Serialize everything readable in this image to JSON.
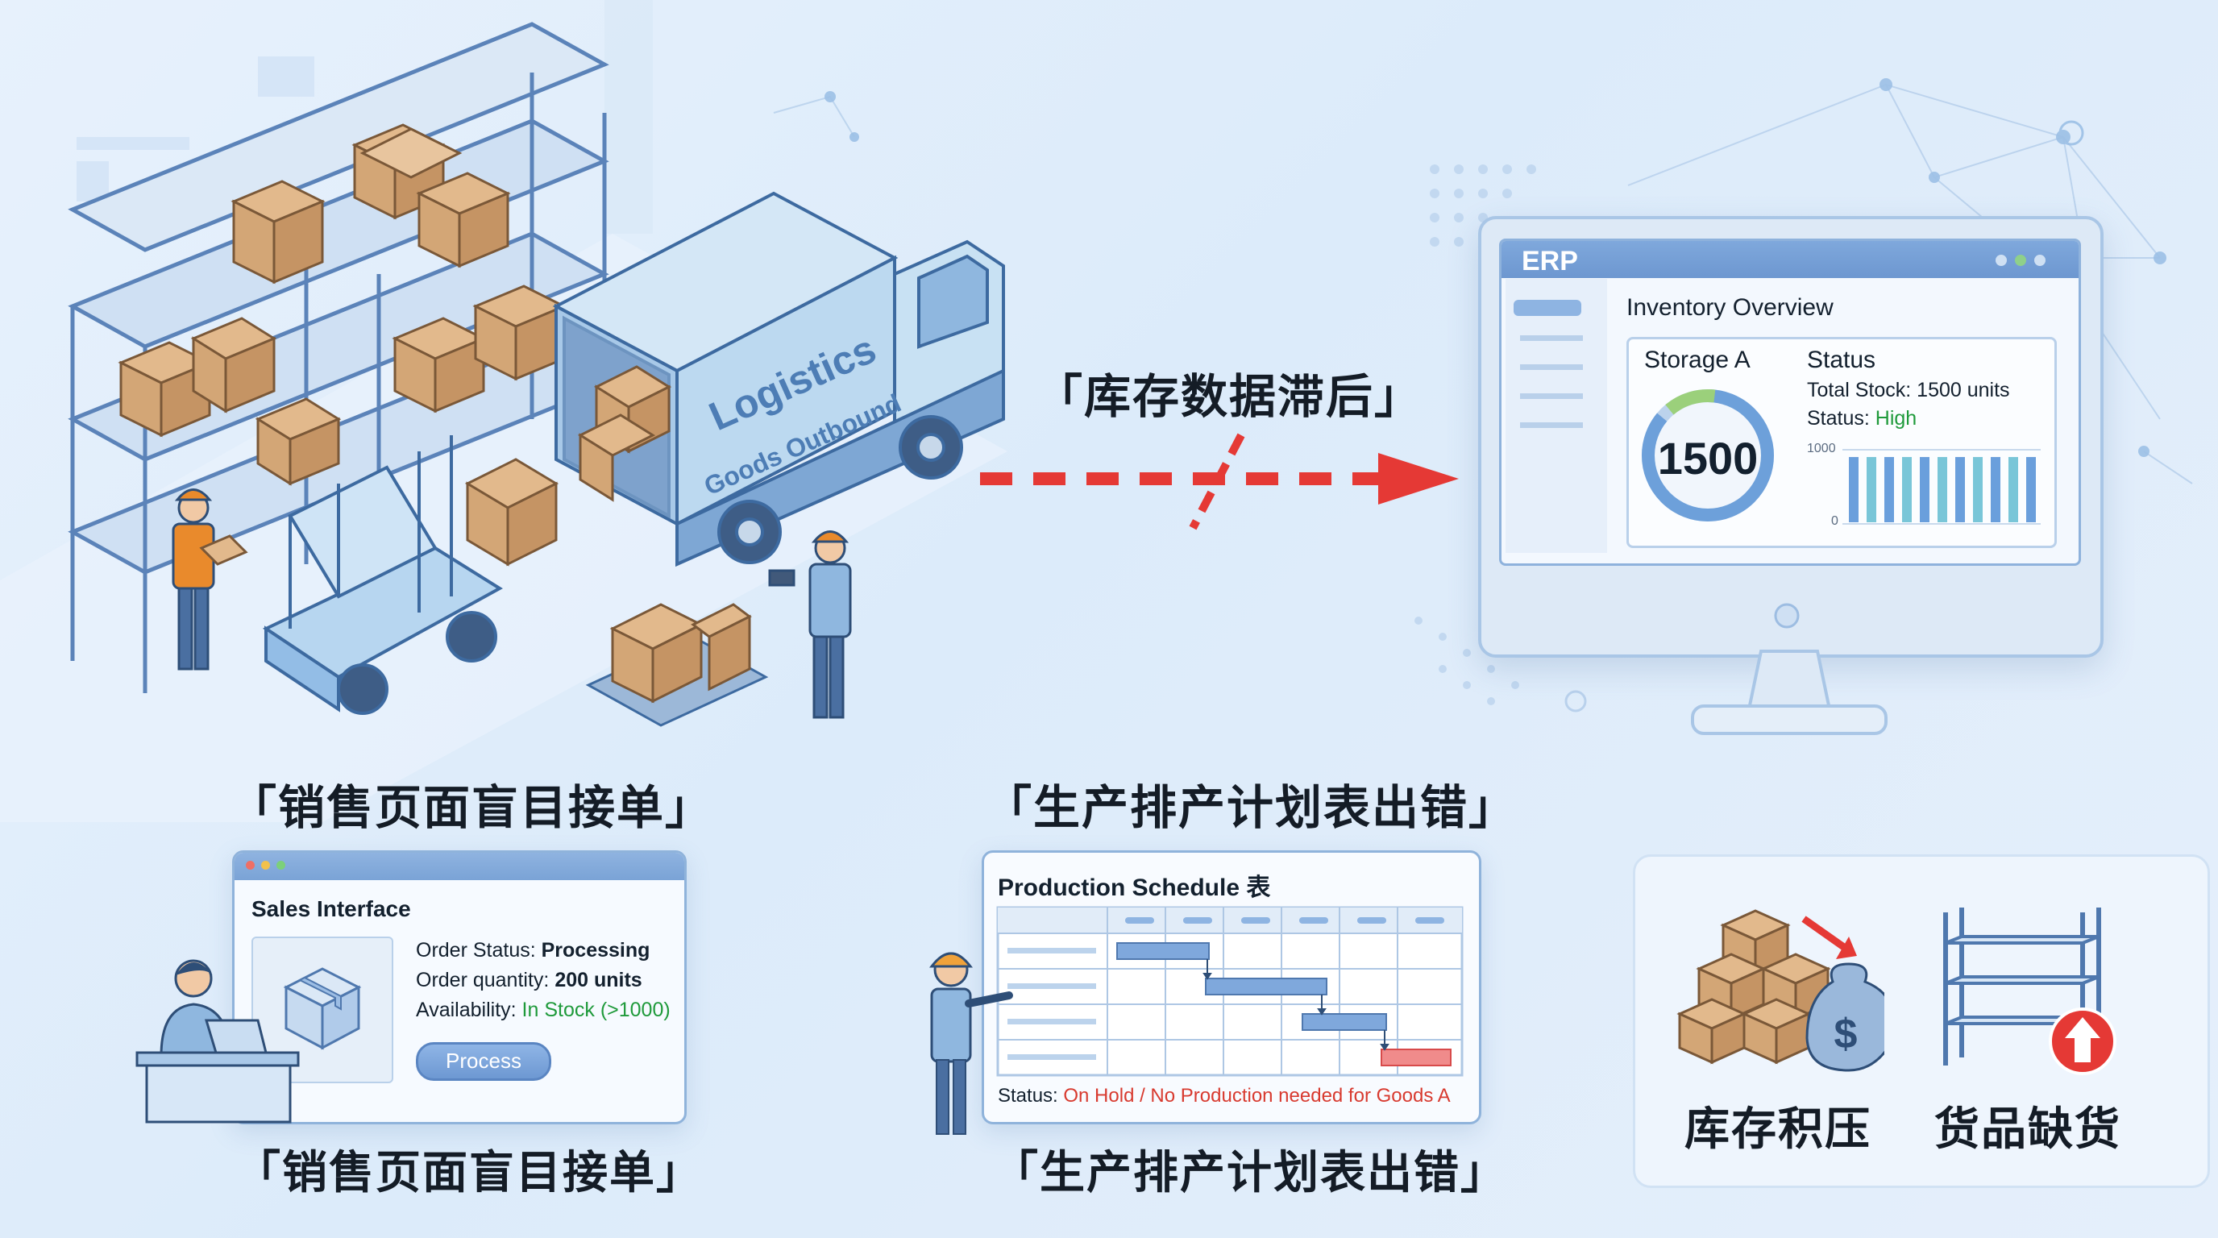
{
  "captions": {
    "lag": "「库存数据滞后」",
    "sales_top": "「销售页面盲目接单」",
    "sales_bottom": "「销售页面盲目接单」",
    "prod_top": "「生产排产计划表出错」",
    "prod_bottom": "「生产排产计划表出错」"
  },
  "truck": {
    "brand": "Logistics",
    "subtitle": "Goods Outbound"
  },
  "erp": {
    "title": "ERP",
    "panel_title": "Inventory Overview",
    "storage_label": "Storage A",
    "gauge_value": "1500",
    "status_title": "Status",
    "total_stock": "Total Stock: 1500 units",
    "status_prefix": "Status: ",
    "status_value": "High",
    "axis_max": "1000",
    "axis_min": "0",
    "bars": [
      0.92,
      0.92,
      0.92,
      0.92,
      0.92,
      0.92,
      0.92,
      0.92,
      0.92,
      0.92,
      0.92
    ],
    "colors": {
      "accent": "#5b95d6",
      "high": "#1f9a3b"
    }
  },
  "sales": {
    "title": "Sales Interface",
    "order_status_label": "Order Status: ",
    "order_status_value": "Processing",
    "quantity_label": "Order quantity: ",
    "quantity_value": "200 units",
    "availability_label": "Availability: ",
    "availability_value": "In Stock (>1000)",
    "button": "Process"
  },
  "production": {
    "title": "Production Schedule 表",
    "status_label": "Status: ",
    "status_value": "On Hold / No Production needed for Goods A",
    "colors": {
      "warning": "#d83a2f"
    }
  },
  "outcomes": {
    "overstock": "库存积压",
    "shortage": "货品缺货",
    "money_symbol": "$"
  }
}
